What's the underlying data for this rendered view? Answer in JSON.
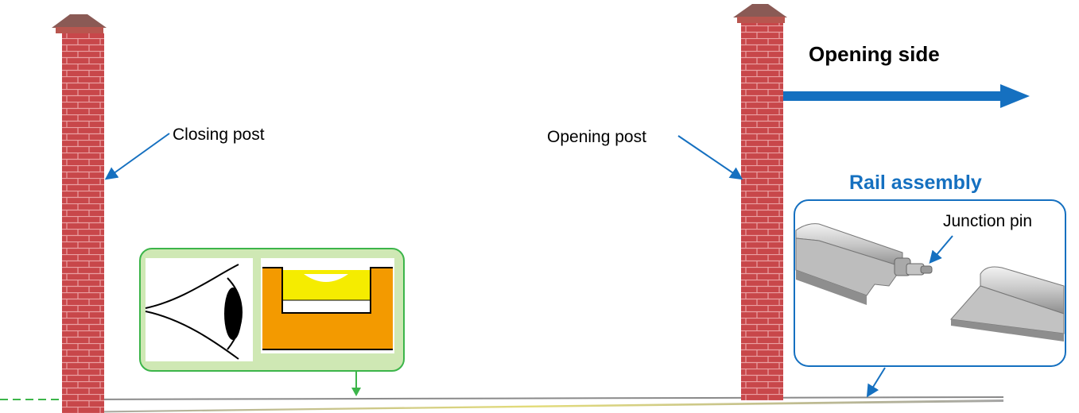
{
  "labels": {
    "closing_post": "Closing post",
    "opening_post": "Opening post",
    "opening_side": "Opening side",
    "rail_assembly": "Rail assembly",
    "junction_pin": "Junction pin"
  },
  "colors": {
    "brick": "#c8474a",
    "mortar": "#e89a9c",
    "cap": "#8a5a55",
    "pointer_blue": "#1570c0",
    "green_frame": "#3cb54a",
    "green_fill": "#cfe8b4",
    "level_orange": "#f39a00",
    "level_yellow": "#f5ec00",
    "rail_grey": "#b8b8b8"
  }
}
